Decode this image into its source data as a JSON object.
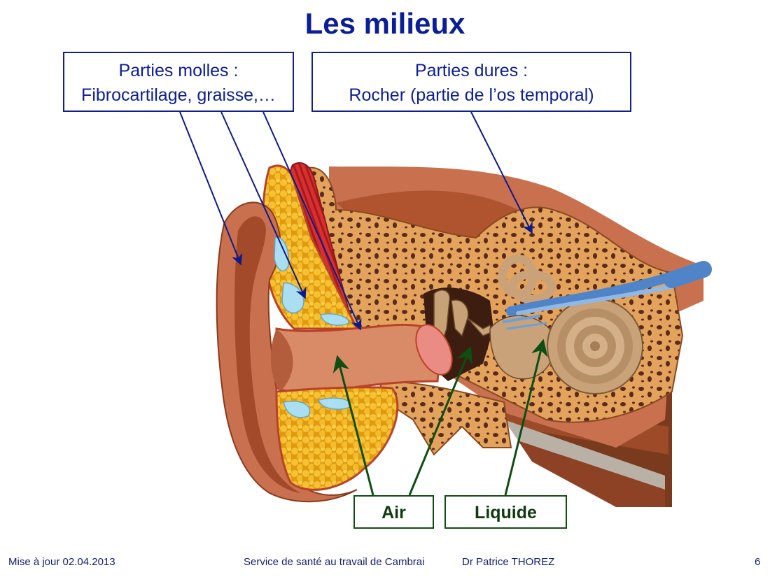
{
  "title": "Les milieux",
  "soft_box": {
    "line1": "Parties molles :",
    "line2": "Fibrocartilage, graisse,…"
  },
  "hard_box": {
    "line1": "Parties dures :",
    "line2": "Rocher (partie de l’os temporal)"
  },
  "air_label": "Air",
  "liquid_label": "Liquide",
  "footer": {
    "updated": "Mise à jour 02.04.2013",
    "service": "Service de santé au travail de Cambrai",
    "author": "Dr Patrice THOREZ",
    "page": "6"
  },
  "colors": {
    "title": "#0b1e96",
    "blue_arrow": "#0c1a8c",
    "green_arrow": "#0f4d12",
    "skin": "#c9714e",
    "bone": "#e3a35c",
    "fat": "#f2b72a",
    "muscle": "#cf2a2a",
    "fluid": "#a9dff0",
    "nerve": "#6aa0dc"
  },
  "icons": [
    "ear-anatomy-illustration"
  ]
}
